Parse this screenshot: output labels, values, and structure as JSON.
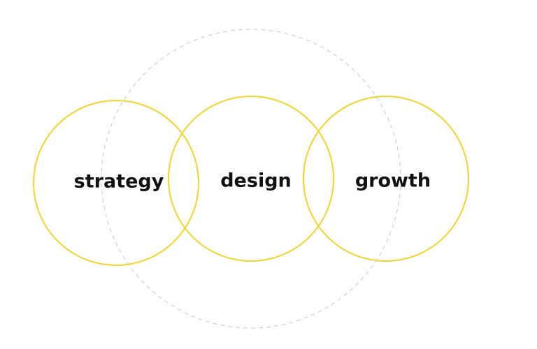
{
  "diagram": {
    "colors": {
      "ring": "#f5d327",
      "outer_ring": "#c8c8c8",
      "label": "#111111",
      "background": "#ffffff"
    },
    "labels": {
      "strategy": "strategy",
      "design": "design",
      "growth": "growth"
    }
  }
}
